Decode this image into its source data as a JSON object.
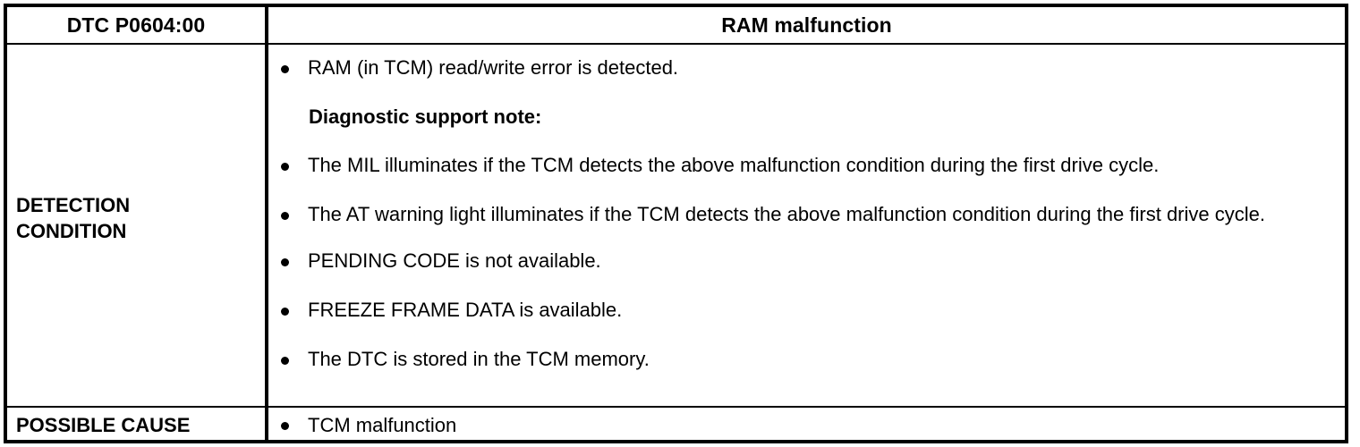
{
  "document": {
    "type": "dtc-diagnostic-table",
    "header": {
      "code_label": "DTC P0604:00",
      "title": "RAM malfunction"
    },
    "rows": [
      {
        "label": "DETECTION\nCONDITION",
        "label_line1": "DETECTION",
        "label_line2": "CONDITION",
        "items": [
          {
            "kind": "bullet",
            "text": "RAM (in TCM) read/write error is detected."
          },
          {
            "kind": "note",
            "text": "Diagnostic support note:"
          },
          {
            "kind": "bullet",
            "text": "The MIL illuminates if the TCM detects the above malfunction condition during the first drive cycle."
          },
          {
            "kind": "bullet",
            "text": "The AT warning light illuminates if the TCM detects the above malfunction condition during the first drive cycle."
          },
          {
            "kind": "bullet",
            "text": "PENDING CODE is not available."
          },
          {
            "kind": "bullet",
            "text": "FREEZE FRAME DATA is available."
          },
          {
            "kind": "bullet",
            "text": "The DTC is stored in the TCM memory."
          }
        ]
      },
      {
        "label": "POSSIBLE CAUSE",
        "items": [
          {
            "kind": "bullet",
            "text": "TCM malfunction"
          }
        ]
      }
    ],
    "colors": {
      "border": "#000000",
      "text": "#000000",
      "background": "#ffffff"
    }
  }
}
